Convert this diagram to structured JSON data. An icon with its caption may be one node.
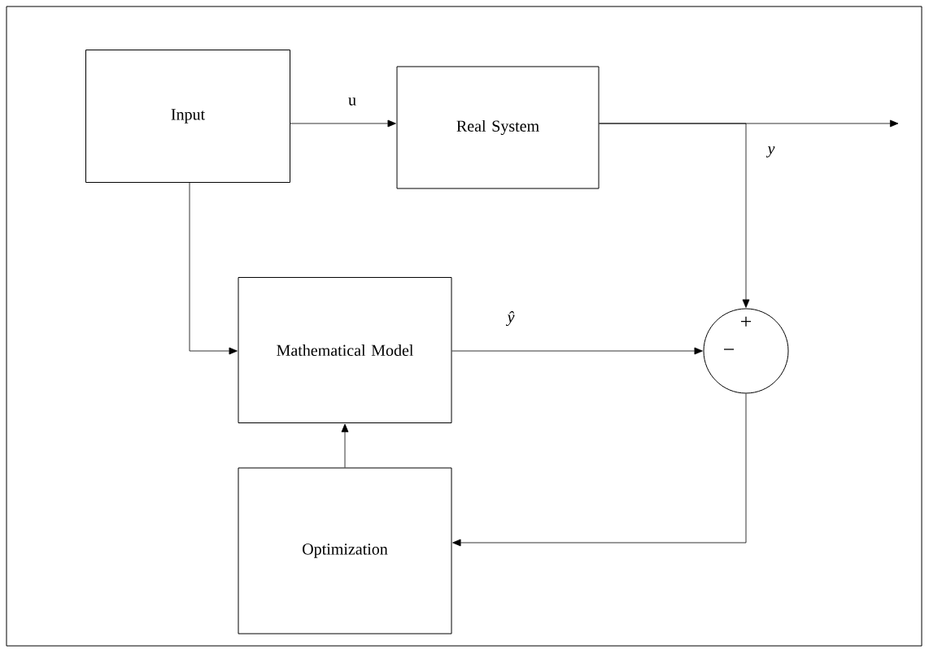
{
  "diagram": {
    "nodes": [
      {
        "text": [
          "Input"
        ]
      },
      {
        "text": [
          "Real System"
        ]
      },
      {
        "text": [
          "Mathematical Model"
        ]
      },
      {
        "text": [
          "+",
          "−"
        ]
      },
      {
        "text": [
          "Optimization"
        ]
      }
    ],
    "edges": [
      {
        "from": 0,
        "to": 1,
        "arrow": "to",
        "label": "u"
      },
      {
        "from": 1,
        "to": null,
        "arrow": "to"
      },
      {
        "from": 1,
        "to": 3,
        "arrow": "to",
        "label": "y"
      },
      {
        "from": 0,
        "to": 2,
        "arrow": "to"
      },
      {
        "from": 2,
        "to": 3,
        "arrow": "to",
        "label": "ŷ"
      },
      {
        "from": 3,
        "to": 4,
        "arrow": "to"
      },
      {
        "from": 4,
        "to": 2,
        "arrow": "to"
      }
    ]
  }
}
